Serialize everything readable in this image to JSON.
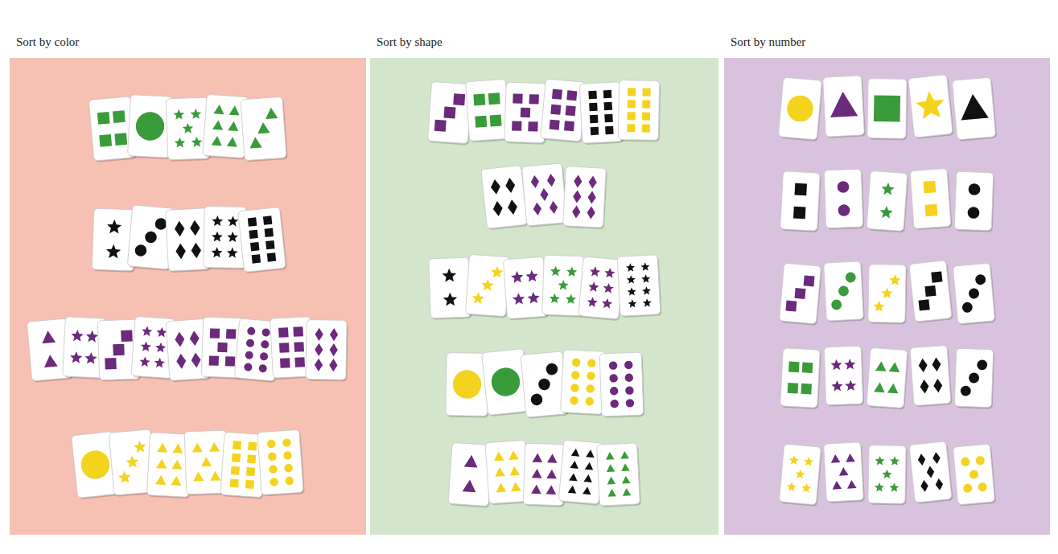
{
  "diagram": {
    "nodes": [
      {
        "text": [
          "Sort by color"
        ]
      },
      {
        "text": [
          "Sort by shape"
        ]
      },
      {
        "text": [
          "Sort by number"
        ]
      }
    ]
  }
}
